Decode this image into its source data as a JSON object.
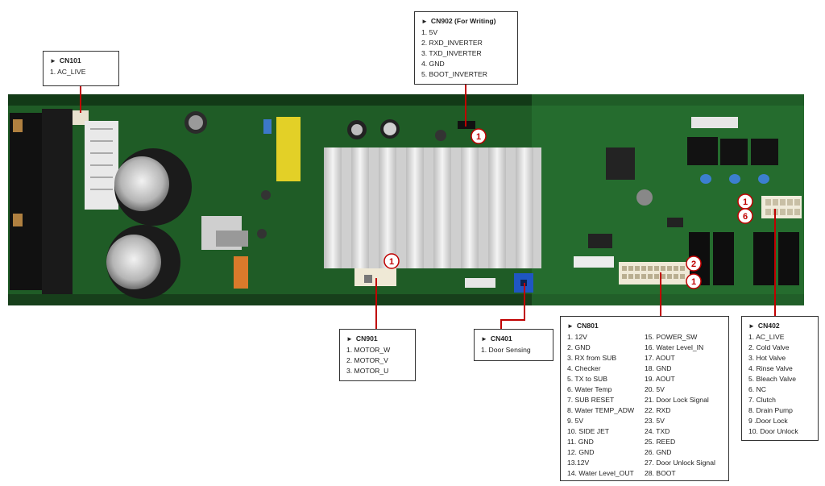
{
  "colors": {
    "board": "#1f5c26",
    "connector_line": "#c00000",
    "marker": "#c00000",
    "heatsink": "#d8d8d8"
  },
  "connectors": {
    "cn101": {
      "title": "CN101",
      "pins": [
        "1.  AC_LIVE"
      ]
    },
    "cn902": {
      "title": "CN902 (For Writing)",
      "pins": [
        "1. 5V",
        "2. RXD_INVERTER",
        "3. TXD_INVERTER",
        "4. GND",
        "5. BOOT_INVERTER"
      ]
    },
    "cn901": {
      "title": "CN901",
      "pins": [
        "1. MOTOR_W",
        "2. MOTOR_V",
        "3. MOTOR_U"
      ]
    },
    "cn401": {
      "title": "CN401",
      "pins": [
        "1. Door Sensing"
      ]
    },
    "cn801": {
      "title": "CN801",
      "pins_left": [
        "1. 12V",
        "2. GND",
        "3. RX from SUB",
        "4. Checker",
        "5. TX to SUB",
        "6. Water Temp",
        "7. SUB RESET",
        "8. Water TEMP_ADW",
        "9. 5V",
        "10. SIDE JET",
        "11. GND",
        "12. GND",
        "13.12V",
        "14. Water Level_OUT"
      ],
      "pins_right": [
        "15. POWER_SW",
        "16. Water Level_IN",
        "17. AOUT",
        "18. GND",
        "19. AOUT",
        "20. 5V",
        "21. Door Lock Signal",
        "22. RXD",
        "23. 5V",
        "24. TXD",
        "25. REED",
        "26. GND",
        "27. Door Unlock Signal",
        "28. BOOT"
      ]
    },
    "cn402": {
      "title": "CN402",
      "pins": [
        "1. AC_LIVE",
        "2. Cold Valve",
        "3. Hot Valve",
        "4. Rinse Valve",
        "5. Bleach Valve",
        "6. NC",
        "7. Clutch",
        "8. Drain Pump",
        "9 .Door Lock",
        "10. Door Unlock"
      ]
    }
  },
  "markers": {
    "cn902_pin1": "1",
    "cn901_pin1": "1",
    "cn402_pin1": "1",
    "cn402_pin6": "6",
    "cn801_pin2": "2",
    "cn801_pin1": "1"
  },
  "arrow_glyph": "►"
}
